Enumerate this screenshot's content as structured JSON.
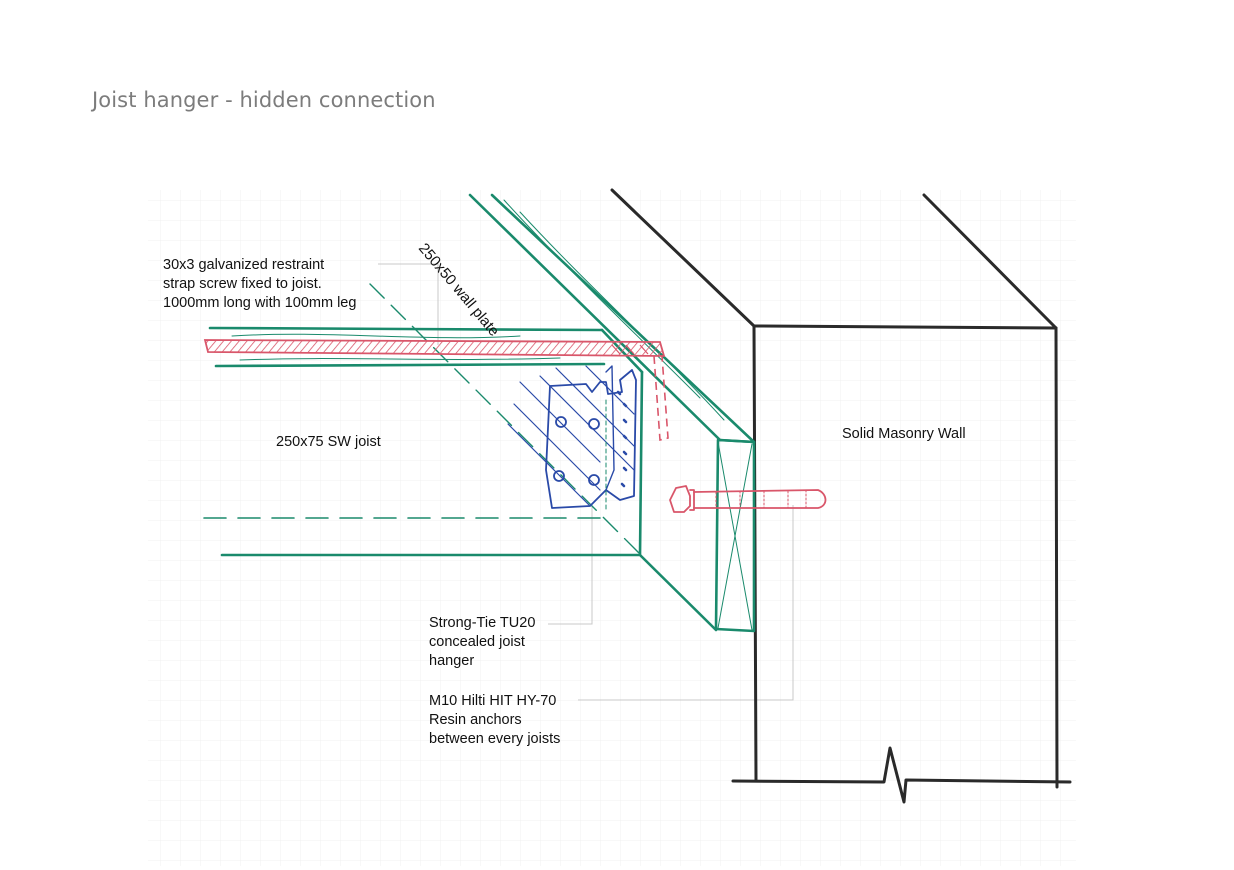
{
  "title": "Joist hanger - hidden connection",
  "labels": {
    "strap": [
      "30x3 galvanized restraint",
      "strap screw fixed to joist.",
      "1000mm long with 100mm leg"
    ],
    "wall_plate": "250x50 wall plate",
    "joist": "250x75 SW joist",
    "wall": "Solid Masonry Wall",
    "hanger": [
      "Strong-Tie TU20",
      "concealed joist",
      "hanger"
    ],
    "anchor": [
      "M10 Hilti HIT HY-70",
      "Resin anchors",
      "between every joists"
    ]
  },
  "colors": {
    "timber": "#1a8a6c",
    "strap": "#d9566a",
    "hanger": "#2a4aa8",
    "wall": "#2a2a2a",
    "grid": "#f1f1f1",
    "leader": "#c8c8c8",
    "title": "#7c7c7c"
  }
}
